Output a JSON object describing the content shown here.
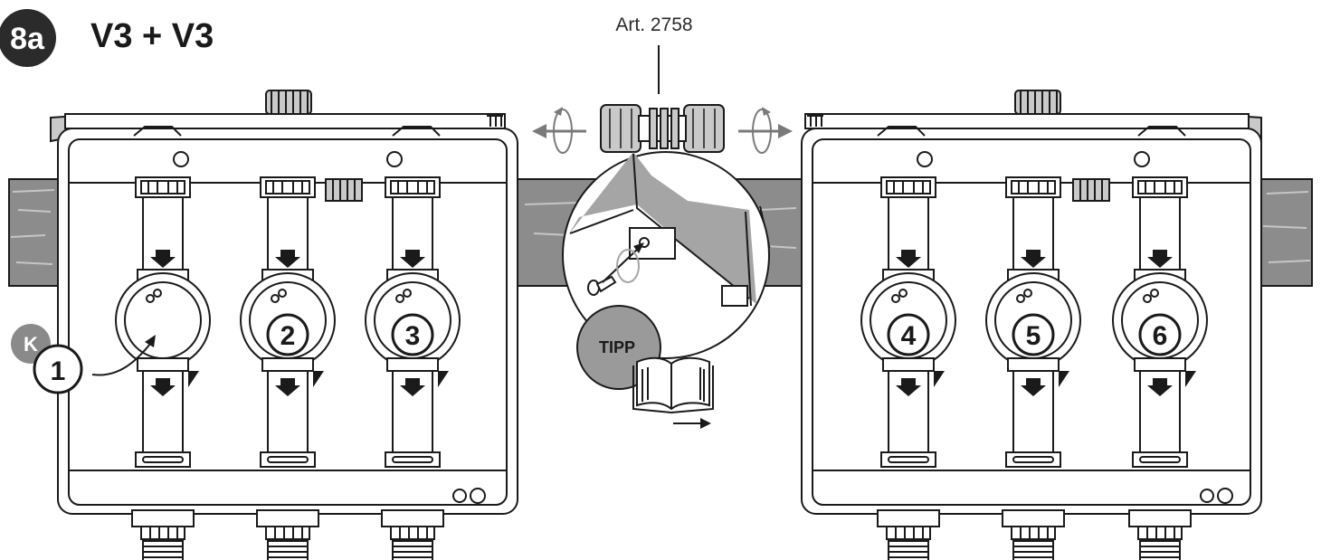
{
  "step": {
    "number": "8a",
    "title": "V3 + V3"
  },
  "article": {
    "label": "Art. 2758"
  },
  "tip": {
    "label": "TIPP"
  },
  "badge": {
    "label": "K"
  },
  "valves": {
    "left": [
      {
        "number": "1"
      },
      {
        "number": "2"
      },
      {
        "number": "3"
      }
    ],
    "right": [
      {
        "number": "4"
      },
      {
        "number": "5"
      },
      {
        "number": "6"
      }
    ]
  },
  "colors": {
    "ink": "#1a1a1a",
    "step_badge": "#2b2b2b",
    "k_badge": "#8a8a8a",
    "tipp_badge": "#9a9a9a",
    "wood": "#8c8c8c",
    "arrow": "#7a7a7a",
    "wall_detail": "#a5a5a5"
  }
}
